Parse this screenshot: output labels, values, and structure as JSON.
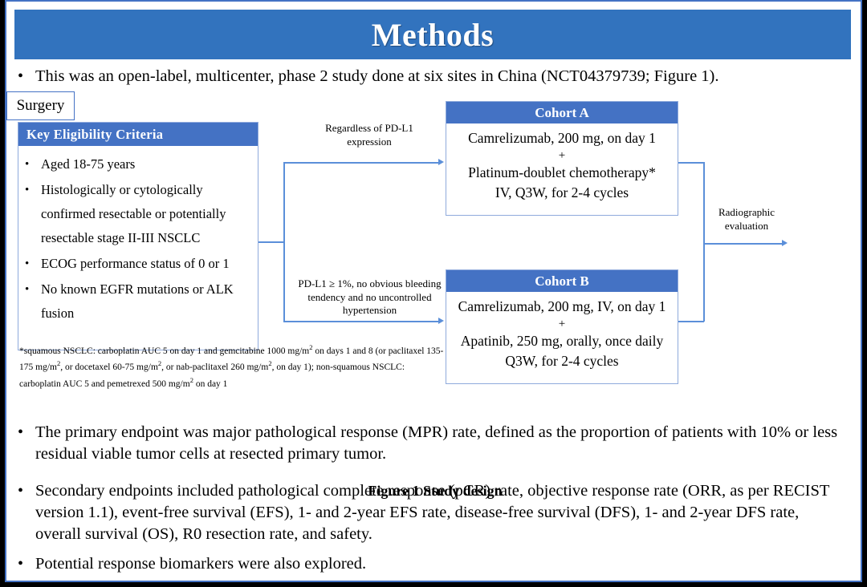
{
  "slide": {
    "title": "Methods",
    "banner_color": "#3273be",
    "accent_color": "#4472c4",
    "border_color": "#8faadc"
  },
  "lead_bullet": "This was an open-label, multicenter, phase 2 study done at six sites in China (NCT04379739; Figure 1).",
  "figure": {
    "caption": "Figure 1 Study design",
    "eligibility": {
      "header": "Key  Eligibility Criteria",
      "items": [
        "Aged 18-75 years",
        "Histologically or cytologically confirmed resectable or potentially resectable stage II-III  NSCLC",
        "ECOG performance status of 0 or 1",
        "No known EGFR mutations or ALK fusion"
      ]
    },
    "footnote_parts": {
      "p1": "*squamous NSCLC: carboplatin AUC 5 on day 1 and gemcitabine 1000 mg/m",
      "p2": " on days 1 and 8 (or paclitaxel 135-175  mg/m",
      "p3": ", or docetaxel 60-75 mg/m",
      "p4": ", or nab-paclitaxel 260 mg/m",
      "p5": ", on day 1); non-squamous NSCLC: carboplatin AUC 5 and pemetrexed 500 mg/m",
      "p6": " on day 1",
      "sup": "2"
    },
    "cohort_a": {
      "header": "Cohort A",
      "line1": "Camrelizumab, 200 mg, on day 1",
      "plus": "+",
      "line2": "Platinum-doublet chemotherapy*",
      "line3": "IV, Q3W, for 2-4 cycles"
    },
    "cohort_b": {
      "header": "Cohort B",
      "line1": "Camrelizumab, 200 mg, IV, on day 1",
      "plus": "+",
      "line2": "Apatinib, 250 mg, orally, once daily",
      "line3": "Q3W, for 2-4 cycles"
    },
    "labels": {
      "regardless": "Regardless  of PD-L1 expression",
      "pdl1": "PD-L1 ≥ 1%, no obvious bleeding tendency  and no uncontrolled  hypertension",
      "radiographic": "Radiographic evaluation"
    },
    "surgery": "Surgery"
  },
  "bullets": {
    "primary": "The primary endpoint was major pathological response (MPR) rate, defined as the proportion of patients with 10% or less residual viable tumor cells at resected primary tumor.",
    "secondary": "Secondary endpoints included pathological complete response (pCR) rate, objective response rate (ORR, as per RECIST version 1.1), event-free survival (EFS), 1- and 2-year EFS rate, disease-free survival (DFS), 1- and 2-year DFS rate, overall survival (OS), R0 resection rate, and safety.",
    "biomarker": "Potential response biomarkers were also explored."
  },
  "icons": {
    "bullet_glyph": "•",
    "arrow_glyph": "▶"
  }
}
